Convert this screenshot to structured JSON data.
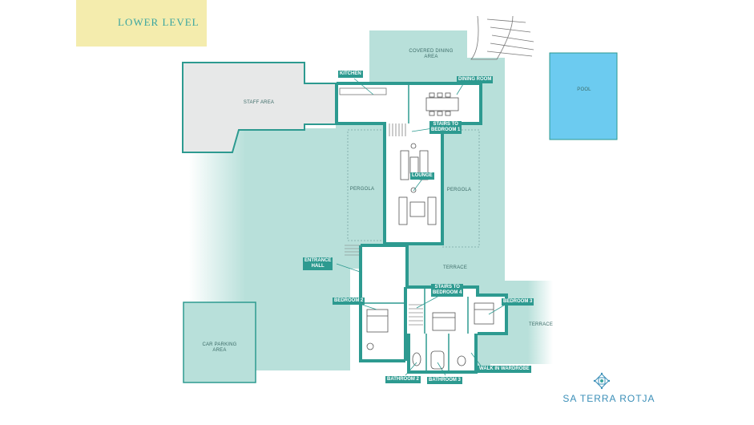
{
  "title": "LOWER LEVEL",
  "brand": {
    "name": "SA TERRA ROTJA",
    "logo": "ornament-icon"
  },
  "colors": {
    "teal": "#2d9a90",
    "terrace": "#b8e0da",
    "pool": "#6ccbf0",
    "staff": "#e7e8e8",
    "tag_bg": "#f4ecad"
  },
  "areas": {
    "covered_dining": "COVERED DINING\nAREA",
    "pool": "POOL",
    "staff_area": "STAFF AREA",
    "pergola_left": "PERGOLA",
    "pergola_right": "PERGOLA",
    "terrace_main": "TERRACE",
    "terrace_right": "TERRACE",
    "car_parking": "CAR PARKING\nAREA"
  },
  "rooms": {
    "kitchen": "KITCHEN",
    "dining_room": "DINING ROOM",
    "stairs_bedroom1": "STAIRS TO\nBEDROOM 1",
    "lounge": "LOUNGE",
    "entrance_hall": "ENTRANCE\nHALL",
    "stairs_bedroom4": "STAIRS TO\nBEDROOM 4",
    "bedroom2": "BEDROOM 2",
    "bedroom3": "BEDROOM 3",
    "bathroom2": "BATHROOM 2",
    "bathroom3": "BATHROOM 3",
    "walk_in_wardrobe": "WALK IN WARDROBE"
  }
}
